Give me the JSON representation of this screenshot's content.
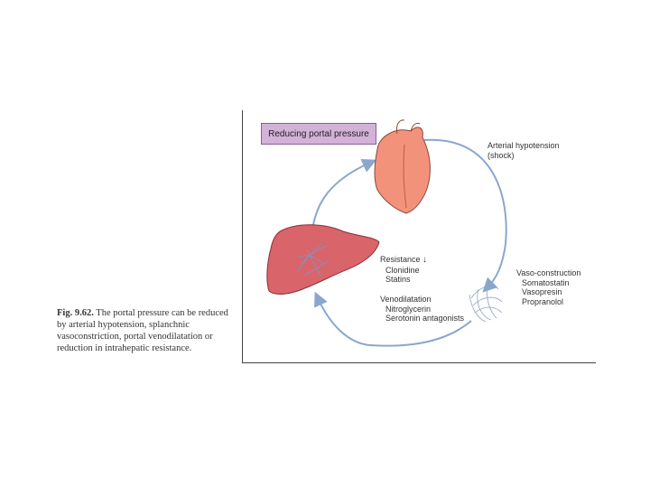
{
  "caption": {
    "fig_number": "Fig. 9.62.",
    "text": "The portal pressure can be reduced by arterial hypotension, splanchnic vasoconstriction, portal venodilatation or reduction in intrahepatic resistance."
  },
  "diagram": {
    "title": "Reducing portal pressure",
    "arterial": {
      "heading": "Arterial hypotension",
      "detail": "(shock)"
    },
    "resistance": {
      "heading": "Resistance",
      "arrow": "↓",
      "items": [
        "Clonidine",
        "Statins"
      ]
    },
    "vasoconstriction": {
      "heading": "Vaso-construction",
      "items": [
        "Somatostatin",
        "Vasopresin",
        "Propranolol"
      ]
    },
    "venodilatation": {
      "heading": "Venodilatation",
      "items": [
        "Nitroglycerin",
        "Serotonin antagonists"
      ]
    },
    "colors": {
      "cycle": "#8aa6cf",
      "heart": "#f2927a",
      "liver": "#d9646a",
      "title_box": "#d4b2d8"
    },
    "icons": [
      "heart-illustration",
      "liver-illustration",
      "splanchnic-vessels-illustration"
    ]
  }
}
